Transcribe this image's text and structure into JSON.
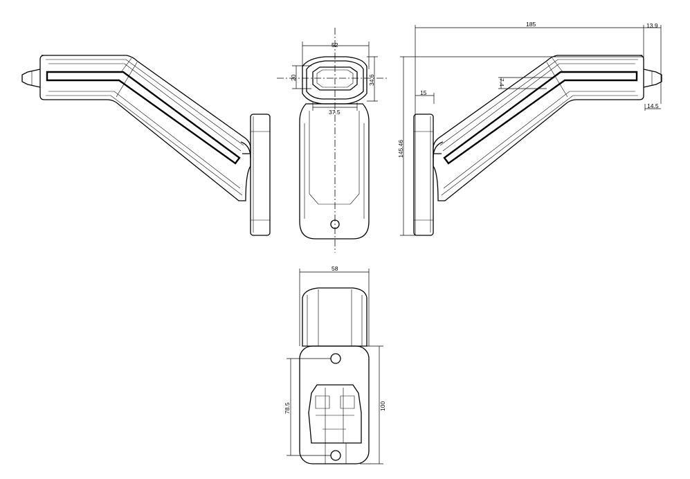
{
  "dimensions": {
    "front_width": "52",
    "lens_height": "20",
    "head_height": "34.6",
    "lens_width": "37.5",
    "arm_length": "185",
    "tip_length": "13.9",
    "tip_height": "14.5",
    "led_width": "7.4",
    "base_thickness": "15",
    "total_height": "145.46",
    "bottom_width": "58",
    "hole_spacing": "78.5",
    "plate_height": "100"
  }
}
